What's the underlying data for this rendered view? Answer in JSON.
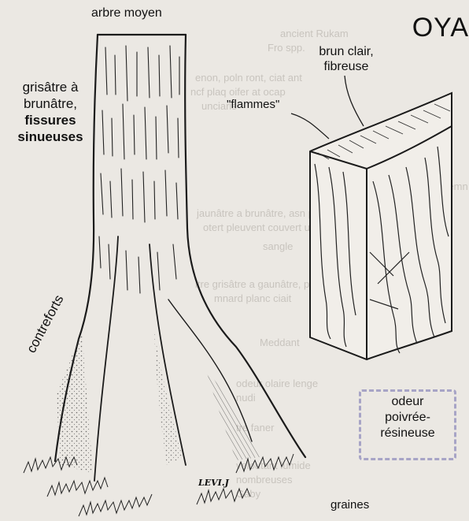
{
  "labels": {
    "title": "OYA",
    "tree_size": "arbre moyen",
    "bark_outer_1": "grisâtre à",
    "bark_outer_2": "brunâtre,",
    "bark_outer_3": "fissures",
    "bark_outer_4": "sinueuses",
    "bark_inner_1": "brun clair,",
    "bark_inner_2": "fibreuse",
    "flames": "\"flammes\"",
    "buttress": "contreforts",
    "odor_1": "odeur",
    "odor_2": "poivrée-",
    "odor_3": "résineuse",
    "seeds": "graines",
    "signature": "LEVI.J"
  },
  "faint_text": [
    "ancient Rukam",
    "Fro spp.",
    "enon, poln ront, ciat ant",
    "ncf plaq oifer at ocap",
    "unciaris",
    "ciemn",
    "jaunâtre a brunâtre, asn per seuleux",
    "otert pleuvent couvert uc brunâtre dau",
    "sangle",
    "itre grisâtre a gaunâtre, plo sluit tram",
    "mnard planc ciait",
    "Meddant",
    "odeur olaire lenge",
    "nudi",
    "tre faner",
    "veloutant lumide",
    "nombreuses",
    "Gaby"
  ],
  "colors": {
    "background": "#ebe8e3",
    "ink": "#1b1b1b",
    "odor_box_border": "#a7a4c6"
  }
}
